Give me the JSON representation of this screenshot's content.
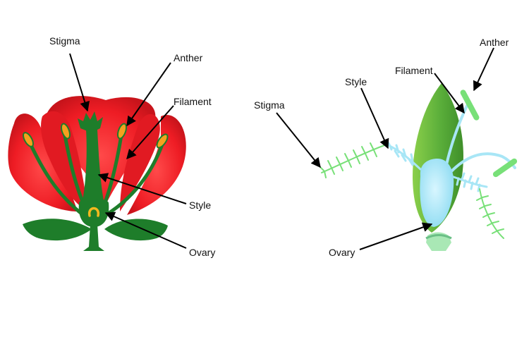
{
  "flower_one": {
    "labels": {
      "stigma": "Stigma",
      "anther": "Anther",
      "filament": "Filament",
      "style": "Style",
      "ovary": "Ovary"
    }
  },
  "flower_two": {
    "labels": {
      "stigma": "Stigma",
      "style": "Style",
      "filament": "Filament",
      "anther": "Anther",
      "ovary": "Ovary"
    }
  },
  "colors": {
    "petal_red": "#ee1c24",
    "petal_dark_red": "#c8141b",
    "sepal_green": "#1e7d2a",
    "leaf_green": "#5aae3a",
    "anther_orange": "#f5a01e",
    "carpel_blue": "#aee8f7",
    "anther_light_green": "#78e078",
    "arrow_black": "#000000"
  }
}
